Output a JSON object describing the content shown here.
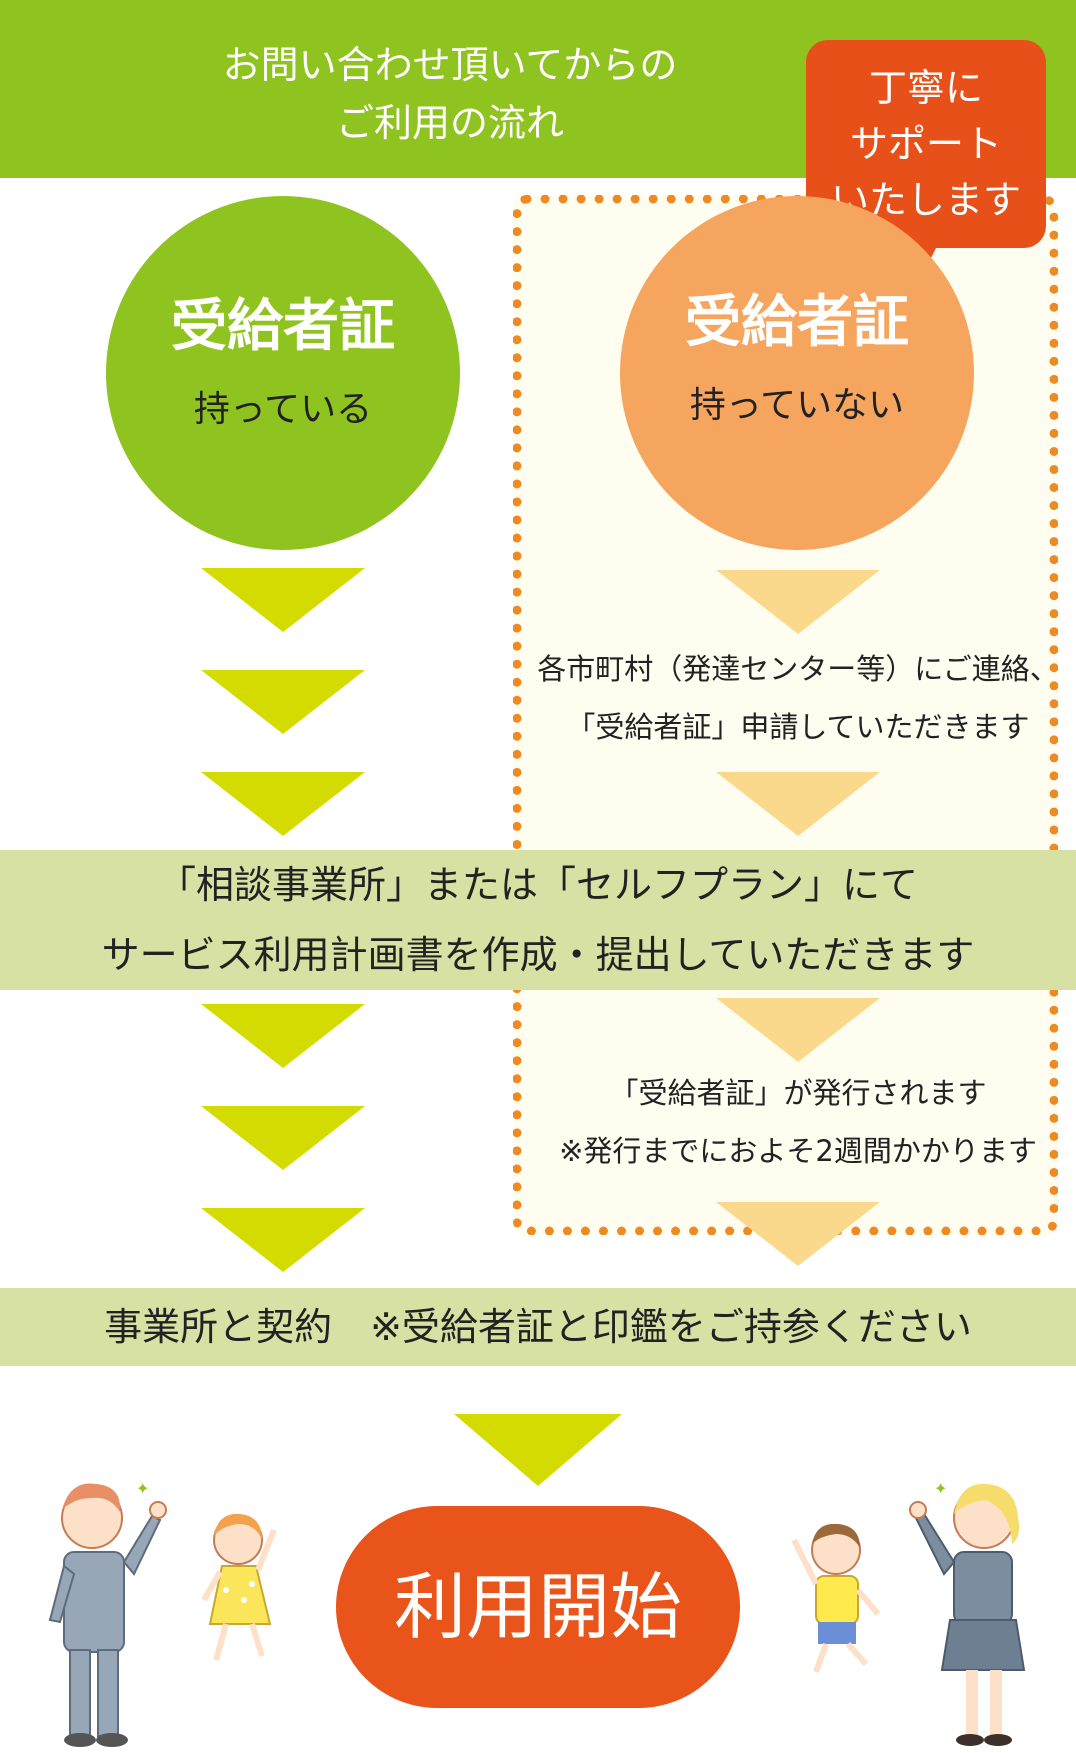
{
  "header": {
    "line1": "お問い合わせ頂いてからの",
    "line2": "ご利用の流れ"
  },
  "bubble": {
    "line1": "丁寧に",
    "line2": "サポート",
    "line3": "いたします"
  },
  "left_circle": {
    "title": "受給者証",
    "sub": "持っている"
  },
  "right_circle": {
    "title": "受給者証",
    "sub": "持っていない"
  },
  "right_step1": {
    "line1": "各市町村（発達センター等）にご連絡、",
    "line2": "「受給者証」申請していただきます"
  },
  "band1": {
    "line1": "「相談事業所」または「セルフプラン」にて",
    "line2": "サービス利用計画書を作成・提出していただきます"
  },
  "right_step2": {
    "line1": "「受給者証」が発行されます",
    "line2": "※発行までにおよそ2週間かかります"
  },
  "band2": {
    "text": "事業所と契約　※受給者証と印鑑をご持参ください"
  },
  "start": {
    "label": "利用開始"
  },
  "colors": {
    "green": "#8fc31f",
    "orange_circle": "#f5a55d",
    "orange_accent": "#e8541a",
    "band": "#d7e1a3",
    "arrow_green": "#d4db00",
    "arrow_orange": "#fad98c"
  }
}
